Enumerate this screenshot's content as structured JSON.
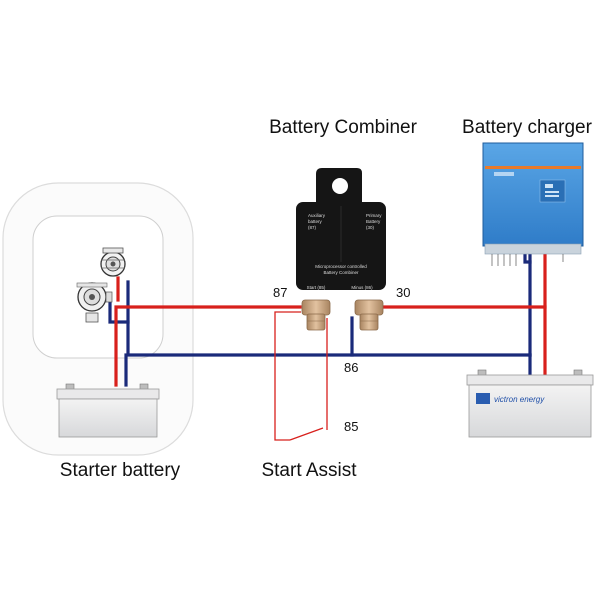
{
  "labels": {
    "battery_combiner": "Battery Combiner",
    "battery_charger": "Battery charger",
    "starter_battery": "Starter battery",
    "start_assist": "Start Assist"
  },
  "terminals": {
    "t87": "87",
    "t30": "30",
    "t86": "86",
    "t85": "85"
  },
  "combiner_text": {
    "line1": "Microprocessor controlled",
    "line2": "Battery Combiner",
    "left_term": "Start (85)",
    "right_term": "Minus (86)"
  },
  "brand": {
    "name": "victron energy"
  },
  "colors": {
    "positive_wire": "#d8201c",
    "negative_wire": "#1a2a7a",
    "charger_blue": "#3f8fd6",
    "combiner_body": "#151515",
    "terminal_bronze": "#c9a37b",
    "battery_grey": "#e6e7e8"
  }
}
